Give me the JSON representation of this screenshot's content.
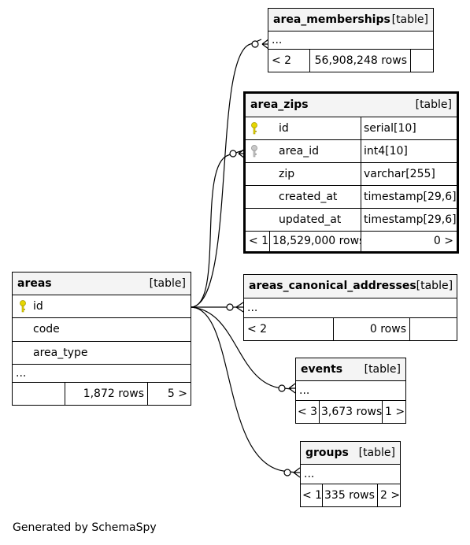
{
  "tables": {
    "area_memberships": {
      "name": "area_memberships",
      "kind": "[table]",
      "more": "...",
      "parents": "< 2",
      "rows": "56,908,248 rows",
      "children": ""
    },
    "area_zips": {
      "name": "area_zips",
      "kind": "[table]",
      "columns": [
        {
          "name": "id",
          "type": "serial[10]",
          "key": "primary"
        },
        {
          "name": "area_id",
          "type": "int4[10]",
          "key": "foreign"
        },
        {
          "name": "zip",
          "type": "varchar[255]",
          "key": ""
        },
        {
          "name": "created_at",
          "type": "timestamp[29,6]",
          "key": ""
        },
        {
          "name": "updated_at",
          "type": "timestamp[29,6]",
          "key": ""
        }
      ],
      "parents": "< 1",
      "rows": "18,529,000 rows",
      "children": "0 >"
    },
    "areas": {
      "name": "areas",
      "kind": "[table]",
      "columns": [
        {
          "name": "id",
          "key": "primary"
        },
        {
          "name": "code",
          "key": ""
        },
        {
          "name": "area_type",
          "key": ""
        }
      ],
      "more": "...",
      "parents": "",
      "rows": "1,872 rows",
      "children": "5 >"
    },
    "areas_canonical_addresses": {
      "name": "areas_canonical_addresses",
      "kind": "[table]",
      "more": "...",
      "parents": "< 2",
      "rows": "0 rows",
      "children": ""
    },
    "events": {
      "name": "events",
      "kind": "[table]",
      "more": "...",
      "parents": "< 3",
      "rows": "3,673 rows",
      "children": "1 >"
    },
    "groups": {
      "name": "groups",
      "kind": "[table]",
      "more": "...",
      "parents": "< 1",
      "rows": "335 rows",
      "children": "2 >"
    }
  },
  "colors": {
    "primary_key": "#e6d600",
    "foreign_key": "#b8b8b8",
    "header_bg": "#f4f4f4"
  },
  "footnote": "Generated by SchemaSpy"
}
